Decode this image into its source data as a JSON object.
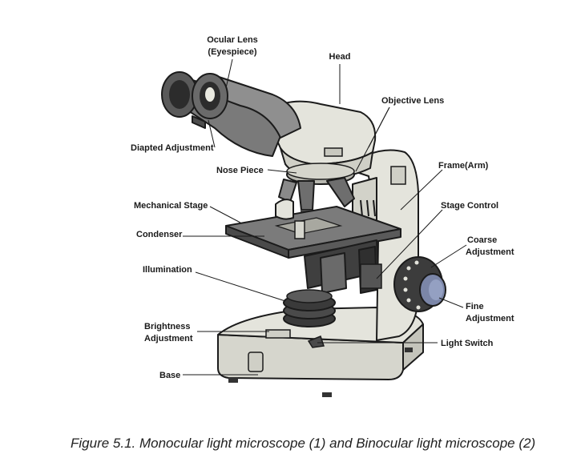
{
  "labels": {
    "ocular_1": "Ocular Lens",
    "ocular_2": "(Eyespiece)",
    "head": "Head",
    "objective": "Objective Lens",
    "diopter": "Diapted Adjustment",
    "nose": "Nose Piece",
    "frame": "Frame(Arm)",
    "mech_stage": "Mechanical Stage",
    "stage_control": "Stage Control",
    "condenser": "Condenser",
    "coarse_1": "Coarse",
    "coarse_2": "Adjustment",
    "illumination": "Illumination",
    "fine_1": "Fine",
    "fine_2": "Adjustment",
    "brightness_1": "Brightness",
    "brightness_2": "Adjustment",
    "light_switch": "Light Switch",
    "base": "Base"
  },
  "caption": "Figure 5.1. Monocular light microscope (1) and Binocular light microscope (2)",
  "colors": {
    "body": "#e4e4dc",
    "body_shade": "#c9c9c0",
    "dark": "#3c3c3c",
    "metal": "#8a8a8a",
    "knob": "#7b86a8"
  }
}
